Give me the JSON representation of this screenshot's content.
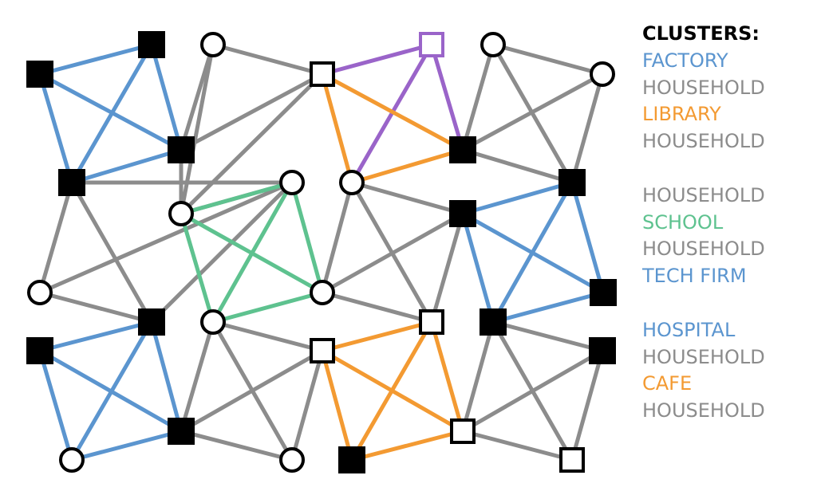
{
  "legend": {
    "title": "CLUSTERS:",
    "groups": [
      [
        {
          "label": "FACTORY",
          "color": "#5b95cf"
        },
        {
          "label": "HOUSEHOLD",
          "color": "#8c8c8c"
        },
        {
          "label": "LIBRARY",
          "color": "#f39a32"
        },
        {
          "label": "HOUSEHOLD",
          "color": "#8c8c8c"
        }
      ],
      [
        {
          "label": "HOUSEHOLD",
          "color": "#8c8c8c"
        },
        {
          "label": "SCHOOL",
          "color": "#5ec28f"
        },
        {
          "label": "HOUSEHOLD",
          "color": "#8c8c8c"
        },
        {
          "label": "TECH FIRM",
          "color": "#5b95cf"
        }
      ],
      [
        {
          "label": "HOSPITAL",
          "color": "#5b95cf"
        },
        {
          "label": "HOUSEHOLD",
          "color": "#8c8c8c"
        },
        {
          "label": "CAFE",
          "color": "#f39a32"
        },
        {
          "label": "HOUSEHOLD",
          "color": "#8c8c8c"
        }
      ]
    ]
  },
  "colors": {
    "blue": "#5b95cf",
    "gray": "#8c8c8c",
    "orange": "#f39a32",
    "purple": "#9a64c9",
    "green": "#5ec28f"
  },
  "nodes": [
    {
      "id": "n1",
      "shape": "filled-square"
    },
    {
      "id": "n2",
      "shape": "filled-square"
    },
    {
      "id": "n3",
      "shape": "filled-square"
    },
    {
      "id": "n4",
      "shape": "filled-square"
    },
    {
      "id": "n5",
      "shape": "circle"
    },
    {
      "id": "n6",
      "shape": "circle"
    },
    {
      "id": "n7",
      "shape": "circle"
    },
    {
      "id": "n8",
      "shape": "open-square"
    },
    {
      "id": "n9",
      "shape": "open-square-purple"
    },
    {
      "id": "n10",
      "shape": "circle"
    },
    {
      "id": "n11",
      "shape": "filled-square"
    },
    {
      "id": "n12",
      "shape": "circle"
    },
    {
      "id": "n13",
      "shape": "circle"
    },
    {
      "id": "n14",
      "shape": "filled-square"
    },
    {
      "id": "n15",
      "shape": "filled-square"
    },
    {
      "id": "n16",
      "shape": "filled-square"
    },
    {
      "id": "n17",
      "shape": "circle"
    },
    {
      "id": "n18",
      "shape": "circle"
    },
    {
      "id": "n19",
      "shape": "filled-square"
    },
    {
      "id": "n20",
      "shape": "filled-square"
    },
    {
      "id": "n21",
      "shape": "circle"
    },
    {
      "id": "n22",
      "shape": "circle"
    },
    {
      "id": "n23",
      "shape": "open-square"
    },
    {
      "id": "n24",
      "shape": "filled-square"
    },
    {
      "id": "n25",
      "shape": "filled-square"
    },
    {
      "id": "n26",
      "shape": "open-square"
    },
    {
      "id": "n27",
      "shape": "filled-square"
    },
    {
      "id": "n28",
      "shape": "open-square"
    },
    {
      "id": "n29",
      "shape": "filled-square"
    },
    {
      "id": "n30",
      "shape": "open-square"
    },
    {
      "id": "n31",
      "shape": "circle"
    },
    {
      "id": "n32",
      "shape": "filled-square"
    },
    {
      "id": "n33",
      "shape": "open-square"
    }
  ],
  "edges": [
    [
      "n1",
      "n2",
      "blue"
    ],
    [
      "n1",
      "n3",
      "blue"
    ],
    [
      "n1",
      "n4",
      "blue"
    ],
    [
      "n2",
      "n3",
      "blue"
    ],
    [
      "n2",
      "n4",
      "blue"
    ],
    [
      "n3",
      "n4",
      "blue"
    ],
    [
      "n5",
      "n3",
      "gray"
    ],
    [
      "n5",
      "n6",
      "gray"
    ],
    [
      "n5",
      "n8",
      "gray"
    ],
    [
      "n6",
      "n3",
      "gray"
    ],
    [
      "n6",
      "n13",
      "gray"
    ],
    [
      "n3",
      "n8",
      "gray"
    ],
    [
      "n3",
      "n6",
      "gray"
    ],
    [
      "n6",
      "n8",
      "gray"
    ],
    [
      "n8",
      "n9",
      "purple"
    ],
    [
      "n9",
      "n11",
      "purple"
    ],
    [
      "n9",
      "n12",
      "purple"
    ],
    [
      "n8",
      "n11",
      "orange"
    ],
    [
      "n8",
      "n12",
      "orange"
    ],
    [
      "n11",
      "n12",
      "orange"
    ],
    [
      "n10",
      "n11",
      "gray"
    ],
    [
      "n10",
      "n14",
      "gray"
    ],
    [
      "n10",
      "n7",
      "gray"
    ],
    [
      "n11",
      "n7",
      "gray"
    ],
    [
      "n11",
      "n14",
      "gray"
    ],
    [
      "n7",
      "n14",
      "gray"
    ],
    [
      "n4",
      "n13",
      "gray"
    ],
    [
      "n4",
      "n17",
      "gray"
    ],
    [
      "n4",
      "n19",
      "gray"
    ],
    [
      "n13",
      "n17",
      "gray"
    ],
    [
      "n13",
      "n19",
      "gray"
    ],
    [
      "n17",
      "n19",
      "gray"
    ],
    [
      "n13",
      "n6",
      "green"
    ],
    [
      "n13",
      "n18",
      "green"
    ],
    [
      "n13",
      "n21",
      "green"
    ],
    [
      "n6",
      "n18",
      "green"
    ],
    [
      "n6",
      "n21",
      "green"
    ],
    [
      "n18",
      "n21",
      "green"
    ],
    [
      "n12",
      "n15",
      "gray"
    ],
    [
      "n12",
      "n18",
      "gray"
    ],
    [
      "n12",
      "n26",
      "gray"
    ],
    [
      "n15",
      "n18",
      "gray"
    ],
    [
      "n15",
      "n26",
      "gray"
    ],
    [
      "n18",
      "n26",
      "gray"
    ],
    [
      "n15",
      "n14",
      "blue"
    ],
    [
      "n15",
      "n16",
      "blue"
    ],
    [
      "n15",
      "n27",
      "blue"
    ],
    [
      "n14",
      "n16",
      "blue"
    ],
    [
      "n14",
      "n27",
      "blue"
    ],
    [
      "n16",
      "n27",
      "blue"
    ],
    [
      "n20",
      "n19",
      "blue"
    ],
    [
      "n20",
      "n22",
      "blue"
    ],
    [
      "n20",
      "n24",
      "blue"
    ],
    [
      "n19",
      "n22",
      "blue"
    ],
    [
      "n19",
      "n24",
      "blue"
    ],
    [
      "n22",
      "n24",
      "blue"
    ],
    [
      "n21",
      "n23",
      "gray"
    ],
    [
      "n21",
      "n24",
      "gray"
    ],
    [
      "n21",
      "n31",
      "gray"
    ],
    [
      "n23",
      "n24",
      "gray"
    ],
    [
      "n23",
      "n31",
      "gray"
    ],
    [
      "n24",
      "n31",
      "gray"
    ],
    [
      "n23",
      "n26",
      "orange"
    ],
    [
      "n23",
      "n25",
      "orange"
    ],
    [
      "n23",
      "n28",
      "orange"
    ],
    [
      "n26",
      "n25",
      "orange"
    ],
    [
      "n26",
      "n28",
      "orange"
    ],
    [
      "n25",
      "n28",
      "orange"
    ],
    [
      "n27",
      "n28",
      "gray"
    ],
    [
      "n27",
      "n29",
      "gray"
    ],
    [
      "n27",
      "n30",
      "gray"
    ],
    [
      "n28",
      "n29",
      "gray"
    ],
    [
      "n28",
      "n30",
      "gray"
    ],
    [
      "n29",
      "n30",
      "gray"
    ]
  ]
}
